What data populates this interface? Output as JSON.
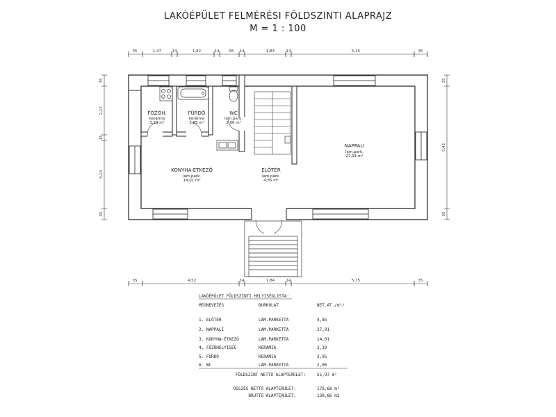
{
  "title": {
    "line1": "LAKÓÉPÜLET FELMÉRÉSI FÖLDSZINTI ALAPRAJZ",
    "line2": "M = 1 : 100"
  },
  "dims": {
    "top": [
      "35",
      "1,47",
      "14",
      "1,82",
      "14",
      "95",
      "14",
      "1,84",
      "14",
      "5,15",
      "35"
    ],
    "bottom": [
      "35",
      "4,52",
      "14",
      "1,84",
      "14",
      "5,15",
      "35"
    ],
    "left": [
      "35",
      "2,17",
      "15",
      "3,10",
      "35"
    ],
    "right": [
      "35",
      "5,42",
      "35"
    ]
  },
  "rooms": {
    "fozoh": {
      "name": "FŐZÖH.",
      "mat": "kerámia",
      "area": "3,19 m²"
    },
    "furdo": {
      "name": "FÜRDŐ",
      "mat": "kerámia",
      "area": "3,95 m²"
    },
    "wc": {
      "name": "WC",
      "mat": "lam.park.",
      "area": "2,06 m²"
    },
    "konyha": {
      "name": "KONYHA-ÉTKEZŐ",
      "mat": "lam.park.",
      "area": "14,01 m²"
    },
    "eloter": {
      "name": "ELŐTÉR",
      "mat": "lam.park.",
      "area": "4,85 m²"
    },
    "nappali": {
      "name": "NAPPALI",
      "mat": "lam.park.",
      "area": "27,91 m²"
    }
  },
  "table": {
    "title": "LAKÓÉPÜLET FÖLDSZINTI HELYISÉGLISTA:",
    "headers": [
      "MEGNEVEZÉS",
      "BURKOLAT",
      "NET.AT./m²/"
    ],
    "rows": [
      [
        "1. ELŐTÉR",
        "LAM.PARKETTA",
        "4,85"
      ],
      [
        "2. NAPPALI",
        "LAM.PARKETTA",
        "27,91"
      ],
      [
        "3. KONYHA-ÉTKEZŐ",
        "LAM.PARKETTA",
        "14,01"
      ],
      [
        "4. FŐZŐHELYISÉG",
        "KERÁMIA",
        "3,19"
      ],
      [
        "5. FÜRDŐ",
        "KERÁMIA",
        "3,95"
      ],
      [
        "6. WC",
        "LAM.PARKETTA",
        "2,06"
      ]
    ],
    "net_label": "FÖLDSZINT NETTÓ ALAPTERÜLET:",
    "net_value": "55,97 m²",
    "total_net_label": "ÖSSZES NETTÓ ALAPTERÜLET:",
    "total_net_value": "178,68 m²",
    "gross_label": "BRUTTÓ ALAPTERÜLET:",
    "gross_value": "138,86 m2"
  },
  "colors": {
    "line": "#2a2a2a",
    "wall_fill": "#ffffff"
  }
}
